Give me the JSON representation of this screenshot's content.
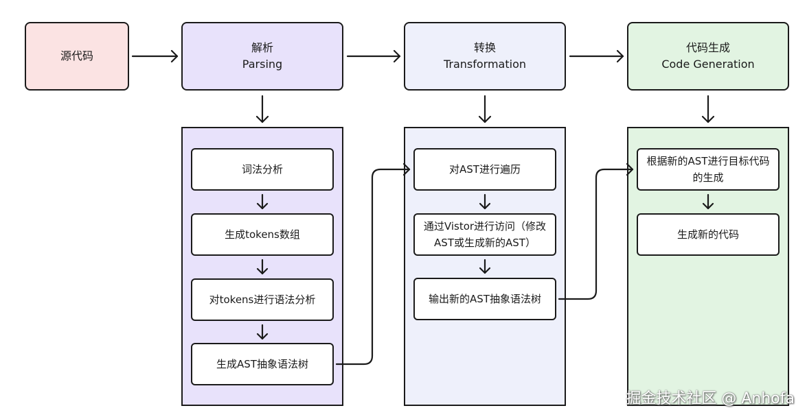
{
  "source": {
    "label": "源代码",
    "color": "#fbe3e3"
  },
  "stages": [
    {
      "title": "解析",
      "subtitle": "Parsing",
      "color": "#e8e2fb",
      "steps": [
        "词法分析",
        "生成tokens数组",
        "对tokens进行语法分析",
        "生成AST抽象语法树"
      ]
    },
    {
      "title": "转换",
      "subtitle": "Transformation",
      "color": "#eef0fb",
      "steps": [
        "对AST进行遍历",
        "通过Vistor进行访问（修改AST或生成新的AST）",
        "输出新的AST抽象语法树"
      ]
    },
    {
      "title": "代码生成",
      "subtitle": "Code Generation",
      "color": "#e2f4e2",
      "steps": [
        "根据新的AST进行目标代码的生成",
        "生成新的代码"
      ]
    }
  ],
  "watermark": "掘金技术社区 @ Anhofa"
}
